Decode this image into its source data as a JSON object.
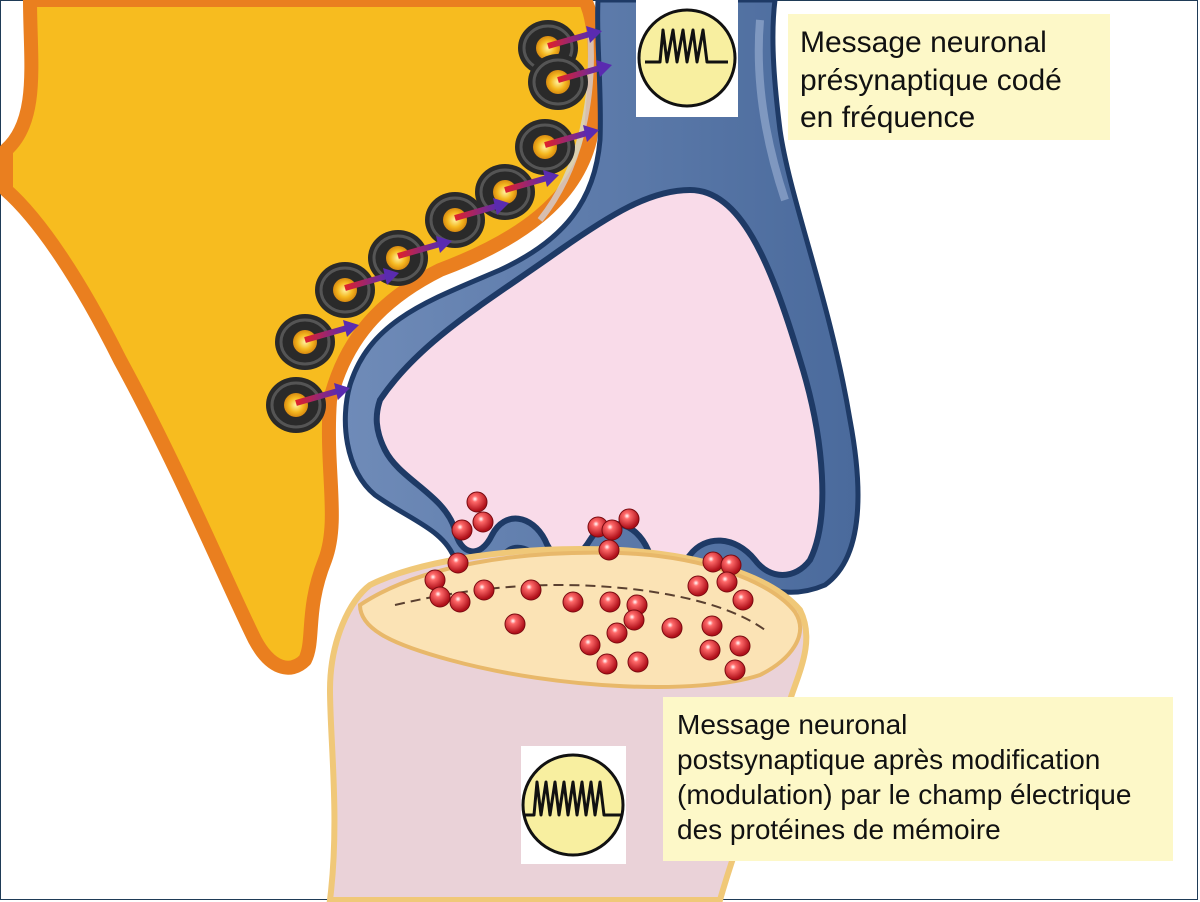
{
  "diagram": {
    "presynaptic_label": {
      "lines": [
        "Message neuronal",
        "présynaptique codé",
        "en fréquence"
      ]
    },
    "postsynaptic_label": {
      "lines": [
        "Message neuronal",
        "postsynaptique après modification",
        "(modulation) par le champ électrique",
        "des protéines de mémoire"
      ]
    },
    "colors": {
      "astrocyte_fill": "#f7bc1f",
      "astrocyte_border": "#ea7f1f",
      "presynaptic_membrane": "#3f5f8f",
      "presynaptic_cytoplasm": "#f9dbe9",
      "postsynaptic_head": "#fbe3b5",
      "postsynaptic_body": "#ead2d8",
      "neurotransmitter": "#d8232a",
      "channel_ring": "#2a2a2a",
      "label_box": "#fdf8c8",
      "signal_circle": "#f8efa0"
    },
    "icons": [
      "protein-channel-icon",
      "neurotransmitter-vesicle-icon",
      "spike-train-icon"
    ]
  }
}
